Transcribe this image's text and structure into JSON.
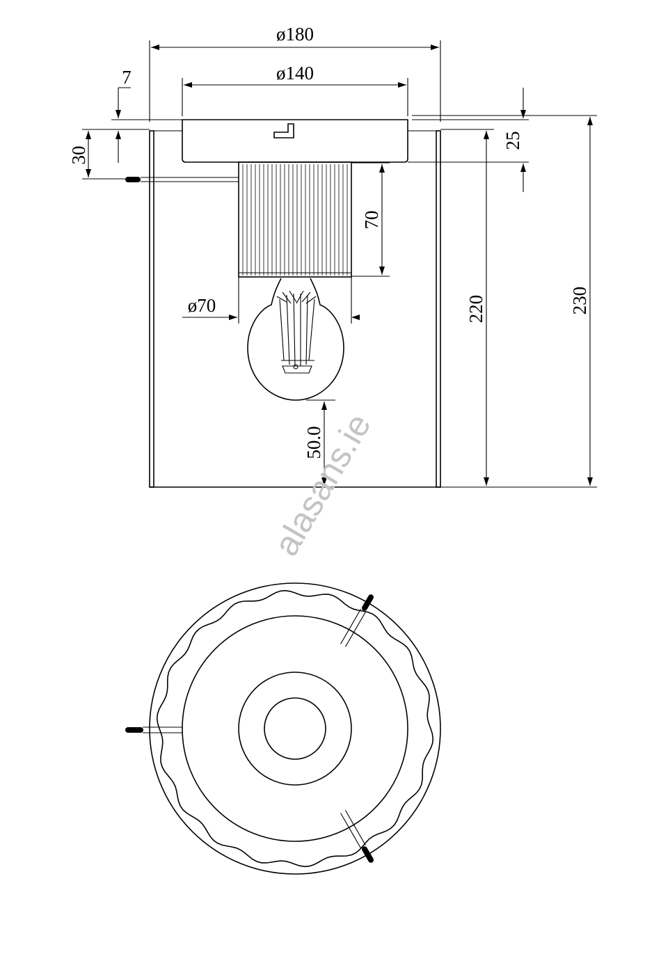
{
  "dimensions": {
    "outer_diameter": "ø180",
    "plate_diameter": "ø140",
    "bulb_diameter": "ø70",
    "cap_gap": "7",
    "plate_thickness": "25",
    "screw_offset": "30",
    "holder_height": "70",
    "shade_height": "220",
    "total_height": "230",
    "bulb_clearance": "50.0"
  },
  "watermark": "alasans.ie",
  "colors": {
    "line": "#000000",
    "watermark": "#c4c4c4",
    "background": "#ffffff"
  }
}
